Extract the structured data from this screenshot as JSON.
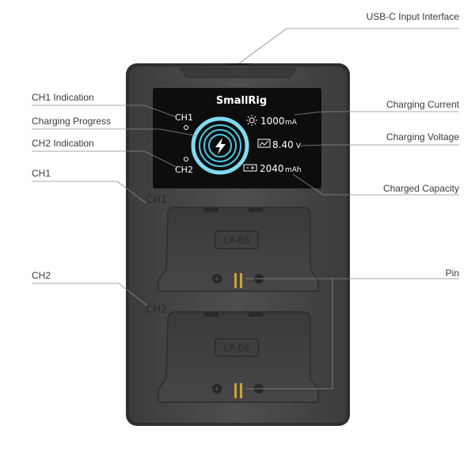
{
  "callouts": {
    "usb_c": "USB-C Input Interface",
    "ch1_indication": "CH1 Indication",
    "charging_progress": "Charging Progress",
    "ch2_indication": "CH2 Indication",
    "ch1": "CH1",
    "ch2": "CH2",
    "charging_current": "Charging Current",
    "charging_voltage": "Charging Voltage",
    "charged_capacity": "Charged Capacity",
    "pin": "Pin"
  },
  "device": {
    "brand": "SmallRig",
    "slot1_label": "CH1",
    "slot2_label": "CH2",
    "battery_model": "LP-E6"
  },
  "display": {
    "ch1": "CH1",
    "ch2": "CH2",
    "current_value": "1000",
    "current_unit": "mA",
    "voltage_value": "8.40",
    "voltage_unit": "V",
    "capacity_value": "2040",
    "capacity_unit": "mAh"
  },
  "colors": {
    "body": "#4a4a4a",
    "screen": "#0d0d0d",
    "progress_ring": "#4dc9e6",
    "pin": "#c8a23c",
    "leader_line": "#888888"
  }
}
